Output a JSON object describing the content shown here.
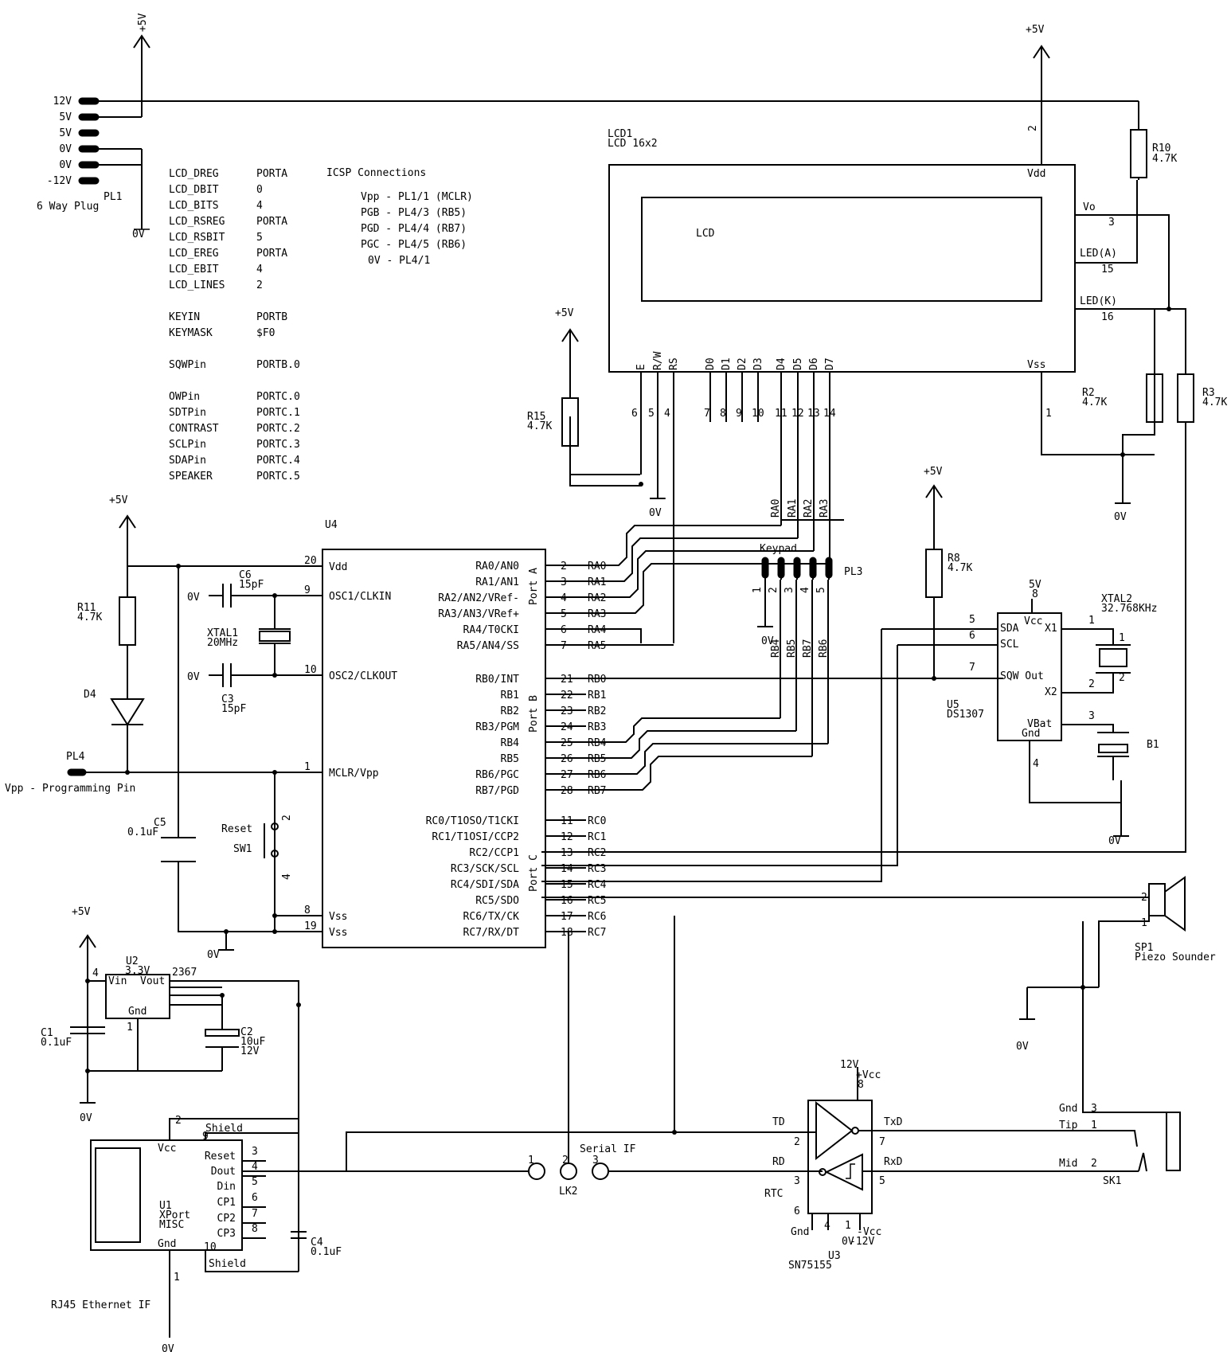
{
  "colors": {
    "ink": "#000000",
    "paper": "#ffffff"
  },
  "supply": {
    "plus5v": "+5V",
    "zero_v": "0V",
    "five_v_short": "5V",
    "twelve_v": "12V",
    "plus_vcc": "+Vcc",
    "minus_vcc": "-Vcc",
    "minus12v": "-12V"
  },
  "pl1": {
    "name": "PL1",
    "desc": "6 Way Plug",
    "pins": [
      "12V",
      "5V",
      "5V",
      "0V",
      "0V",
      "-12V"
    ]
  },
  "config": [
    {
      "key": "LCD_DREG",
      "value": "PORTA"
    },
    {
      "key": "LCD_DBIT",
      "value": "0"
    },
    {
      "key": "LCD_BITS",
      "value": "4"
    },
    {
      "key": "LCD_RSREG",
      "value": "PORTA"
    },
    {
      "key": "LCD_RSBIT",
      "value": "5"
    },
    {
      "key": "LCD_EREG",
      "value": "PORTA"
    },
    {
      "key": "LCD_EBIT",
      "value": "4"
    },
    {
      "key": "LCD_LINES",
      "value": "2"
    },
    {
      "key": "",
      "value": ""
    },
    {
      "key": "KEYIN",
      "value": "PORTB"
    },
    {
      "key": "KEYMASK",
      "value": "$F0"
    },
    {
      "key": "",
      "value": ""
    },
    {
      "key": "SQWPin",
      "value": "PORTB.0"
    },
    {
      "key": "",
      "value": ""
    },
    {
      "key": "OWPin",
      "value": "PORTC.0"
    },
    {
      "key": "SDTPin",
      "value": "PORTC.1"
    },
    {
      "key": "CONTRAST",
      "value": "PORTC.2"
    },
    {
      "key": "SCLPin",
      "value": "PORTC.3"
    },
    {
      "key": "SDAPin",
      "value": "PORTC.4"
    },
    {
      "key": "SPEAKER",
      "value": "PORTC.5"
    }
  ],
  "icsp": {
    "title": "ICSP Connections",
    "lines": [
      "Vpp - PL1/1 (MCLR)",
      "PGB - PL4/3 (RB5)",
      "PGD - PL4/4 (RB7)",
      "PGC - PL4/5 (RB6)",
      "0V - PL4/1"
    ]
  },
  "lcd": {
    "ref": "LCD1",
    "value": "LCD 16x2",
    "screen_label": "LCD",
    "vdd": "Vdd",
    "vdd_pin": "2",
    "vo": "Vo",
    "vo_pin": "3",
    "leda": "LED(A)",
    "leda_pin": "15",
    "ledk": "LED(K)",
    "ledk_pin": "16",
    "vss": "Vss",
    "vss_pin": "1",
    "pins": [
      {
        "name": "E",
        "num": "6"
      },
      {
        "name": "R/W",
        "num": "5"
      },
      {
        "name": "RS",
        "num": "4"
      },
      {
        "name": "D0",
        "num": "7"
      },
      {
        "name": "D1",
        "num": "8"
      },
      {
        "name": "D2",
        "num": "9"
      },
      {
        "name": "D3",
        "num": "10"
      },
      {
        "name": "D4",
        "num": "11"
      },
      {
        "name": "D5",
        "num": "12"
      },
      {
        "name": "D6",
        "num": "13"
      },
      {
        "name": "D7",
        "num": "14"
      }
    ],
    "data_nets": [
      "RA0",
      "RA1",
      "RA2",
      "RA3"
    ]
  },
  "resistors": {
    "r10": {
      "ref": "R10",
      "value": "4.7K"
    },
    "r2": {
      "ref": "R2",
      "value": "4.7K"
    },
    "r3": {
      "ref": "R3",
      "value": "4.7K"
    },
    "r15": {
      "ref": "R15",
      "value": "4.7K"
    },
    "r8": {
      "ref": "R8",
      "value": "4.7K"
    },
    "r11": {
      "ref": "R11",
      "value": "4.7K"
    }
  },
  "u4": {
    "ref": "U4",
    "left": [
      {
        "name": "Vdd",
        "num": "20"
      },
      {
        "name": "OSC1/CLKIN",
        "num": "9"
      },
      {
        "name": "OSC2/CLKOUT",
        "num": "10"
      },
      {
        "name": "MCLR/Vpp",
        "num": "1"
      },
      {
        "name": "Vss",
        "num": "8"
      },
      {
        "name": "Vss",
        "num": "19"
      }
    ],
    "right": [
      {
        "name": "RA0/AN0",
        "num": "2",
        "net": "RA0"
      },
      {
        "name": "RA1/AN1",
        "num": "3",
        "net": "RA1"
      },
      {
        "name": "RA2/AN2/VRef-",
        "num": "4",
        "net": "RA2"
      },
      {
        "name": "RA3/AN3/VRef+",
        "num": "5",
        "net": "RA3"
      },
      {
        "name": "RA4/T0CKI",
        "num": "6",
        "net": "RA4"
      },
      {
        "name": "RA5/AN4/SS",
        "num": "7",
        "net": "RA5"
      },
      {
        "name": "RB0/INT",
        "num": "21",
        "net": "RB0"
      },
      {
        "name": "RB1",
        "num": "22",
        "net": "RB1"
      },
      {
        "name": "RB2",
        "num": "23",
        "net": "RB2"
      },
      {
        "name": "RB3/PGM",
        "num": "24",
        "net": "RB3"
      },
      {
        "name": "RB4",
        "num": "25",
        "net": "RB4"
      },
      {
        "name": "RB5",
        "num": "26",
        "net": "RB5"
      },
      {
        "name": "RB6/PGC",
        "num": "27",
        "net": "RB6"
      },
      {
        "name": "RB7/PGD",
        "num": "28",
        "net": "RB7"
      },
      {
        "name": "RC0/T1OSO/T1CKI",
        "num": "11",
        "net": "RC0"
      },
      {
        "name": "RC1/T1OSI/CCP2",
        "num": "12",
        "net": "RC1"
      },
      {
        "name": "RC2/CCP1",
        "num": "13",
        "net": "RC2"
      },
      {
        "name": "RC3/SCK/SCL",
        "num": "14",
        "net": "RC3"
      },
      {
        "name": "RC4/SDI/SDA",
        "num": "15",
        "net": "RC4"
      },
      {
        "name": "RC5/SDO",
        "num": "16",
        "net": "RC5"
      },
      {
        "name": "RC6/TX/CK",
        "num": "17",
        "net": "RC6"
      },
      {
        "name": "RC7/RX/DT",
        "num": "18",
        "net": "RC7"
      }
    ],
    "ports": [
      "Port A",
      "Port B",
      "Port C"
    ]
  },
  "c6": {
    "ref": "C6",
    "value": "15pF"
  },
  "c3": {
    "ref": "C3",
    "value": "15pF"
  },
  "xtal1": {
    "ref": "XTAL1",
    "value": "20MHz"
  },
  "c5": {
    "ref": "C5",
    "value": "0.1uF"
  },
  "sw1": {
    "label": "Reset",
    "ref": "SW1",
    "pin_a": "2",
    "pin_b": "4"
  },
  "d4": {
    "ref": "D4"
  },
  "pl4": {
    "ref": "PL4",
    "desc": "Vpp - Programming Pin"
  },
  "keypad": {
    "label": "Keypad",
    "ref": "PL3",
    "pins": [
      "1",
      "2",
      "3",
      "4",
      "5"
    ],
    "nets": [
      "RB4",
      "RB5",
      "RB7",
      "RB6"
    ]
  },
  "u5": {
    "ref": "U5",
    "value": "DS1307",
    "sda": "SDA",
    "sda_pin": "5",
    "scl": "SCL",
    "scl_pin": "6",
    "sqw": "SQW Out",
    "sqw_pin": "7",
    "vcc": "Vcc",
    "vcc_pin": "8",
    "x1": "X1",
    "x1_pin": "1",
    "x2": "X2",
    "x2_pin": "2",
    "vbat": "VBat",
    "vbat_pin": "3",
    "gnd": "Gnd",
    "gnd_pin": "4"
  },
  "xtal2": {
    "ref": "XTAL2",
    "value": "32.768KHz",
    "pin1": "1",
    "pin2": "2"
  },
  "b1": {
    "ref": "B1"
  },
  "sp1": {
    "ref": "SP1",
    "value": "Piezo Sounder",
    "pin1": "1",
    "pin2": "2"
  },
  "u2": {
    "ref": "U2",
    "value": "3.3V",
    "part": "2367",
    "vin": "Vin",
    "vout": "Vout",
    "gnd": "Gnd",
    "vin_pin": "4",
    "gnd_pin": "1"
  },
  "c1": {
    "ref": "C1",
    "value": "0.1uF"
  },
  "c2": {
    "ref": "C2",
    "value": "10uF",
    "voltage": "12V"
  },
  "c4": {
    "ref": "C4",
    "value": "0.1uF"
  },
  "u1": {
    "ref": "U1",
    "value": "XPort",
    "type": "MISC",
    "vcc": "Vcc",
    "vcc_pin": "2",
    "gnd": "Gnd",
    "gnd_pin": "1",
    "shield": "Shield",
    "shield_top_pin": "9",
    "shield_bot_pin": "10",
    "pins": [
      {
        "name": "Reset",
        "num": "3"
      },
      {
        "name": "Dout",
        "num": "4"
      },
      {
        "name": "Din",
        "num": "5"
      },
      {
        "name": "CP1",
        "num": "6"
      },
      {
        "name": "CP2",
        "num": "7"
      },
      {
        "name": "CP3",
        "num": "8"
      }
    ],
    "ethernet": "RJ45 Ethernet IF"
  },
  "lk2": {
    "ref": "LK2",
    "label": "Serial IF",
    "pins": [
      "1",
      "2",
      "3"
    ]
  },
  "u3": {
    "ref": "U3",
    "value": "SN75155",
    "td": "TD",
    "td_pin": "2",
    "rd": "RD",
    "rd_pin": "3",
    "rtc": "RTC",
    "rtc_pin": "6",
    "txd": "TxD",
    "txd_pin": "7",
    "rxd": "RxD",
    "rxd_pin": "5",
    "vcc_pin": "8",
    "gnd": "Gnd",
    "gnd_pin": "4",
    "vneg_pin": "1"
  },
  "sk1": {
    "ref": "SK1",
    "gnd": "Gnd",
    "gnd_pin": "3",
    "tip": "Tip",
    "tip_pin": "1",
    "mid": "Mid",
    "mid_pin": "2"
  }
}
